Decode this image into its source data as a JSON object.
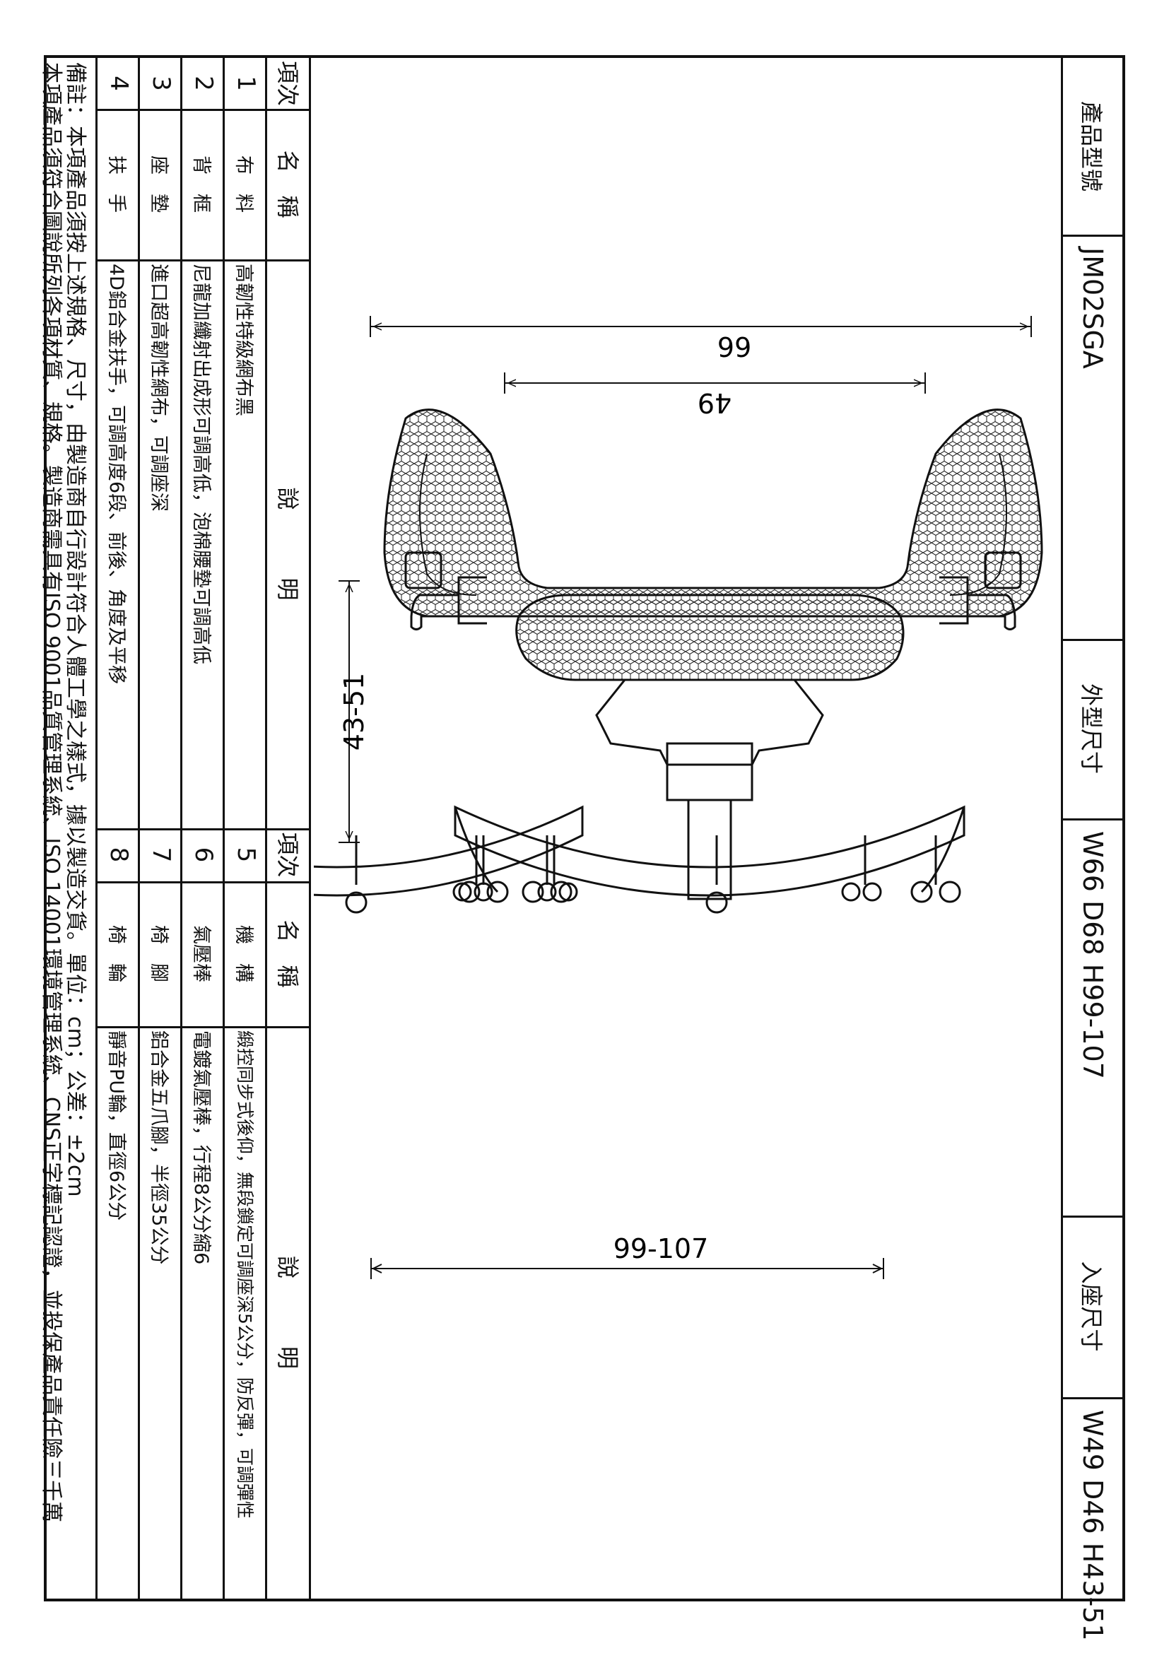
{
  "title_block": {
    "model_label": "產品型號",
    "model_value": "JM02SGA",
    "outer_label": "外型尺寸",
    "outer_value": "W66 D68 H99-107",
    "seat_label": "入座尺寸",
    "seat_value": "W49 D46 H43-51"
  },
  "dimensions": {
    "front_width_outer": "66",
    "front_width_inner": "49",
    "front_seat_height": "43-51",
    "side_depth_outer": "68",
    "side_depth_inner": "46",
    "side_total_height": "99-107"
  },
  "spec_table": {
    "headers": {
      "item": "項次",
      "name": "名　稱",
      "desc": "說　　　明"
    },
    "left_rows": [
      {
        "item": "1",
        "name": "布　料",
        "desc": "高韌性特級網布黑"
      },
      {
        "item": "2",
        "name": "背　框",
        "desc": "尼龍加纖射出成形可調高低，泡棉腰墊可調高低"
      },
      {
        "item": "3",
        "name": "座　墊",
        "desc": "進口超高韌性網布，可調座深"
      },
      {
        "item": "4",
        "name": "扶　手",
        "desc": "4D鋁合金扶手，可調高度6段、前後、角度及平移"
      }
    ],
    "right_rows": [
      {
        "item": "5",
        "name": "機　構",
        "desc": "緞控同步式後仰，無段鎖定可調座深5公分，防反彈，可調彈性"
      },
      {
        "item": "6",
        "name": "氣壓棒",
        "desc": "電鍍氣壓棒，行程8公分縮6"
      },
      {
        "item": "7",
        "name": "椅　腳",
        "desc": "鋁合金五爪腳，半徑35公分"
      },
      {
        "item": "8",
        "name": "椅　輪",
        "desc": "靜音PU輪，直徑6公分"
      }
    ]
  },
  "notes": {
    "line1": "備註：本項產品須按上述規格、尺寸，由製造商自行設計符合人體工學之樣式，據以製造交貨。單位：cm；公差：±2cm",
    "line2": "本項產品須符合圖說所列各項材質、規格。製造商需具有ISO 9001品質管理系統、ISO 14001環境管理系統、CNS正字標記認證，並投保產品責任險三千萬"
  }
}
